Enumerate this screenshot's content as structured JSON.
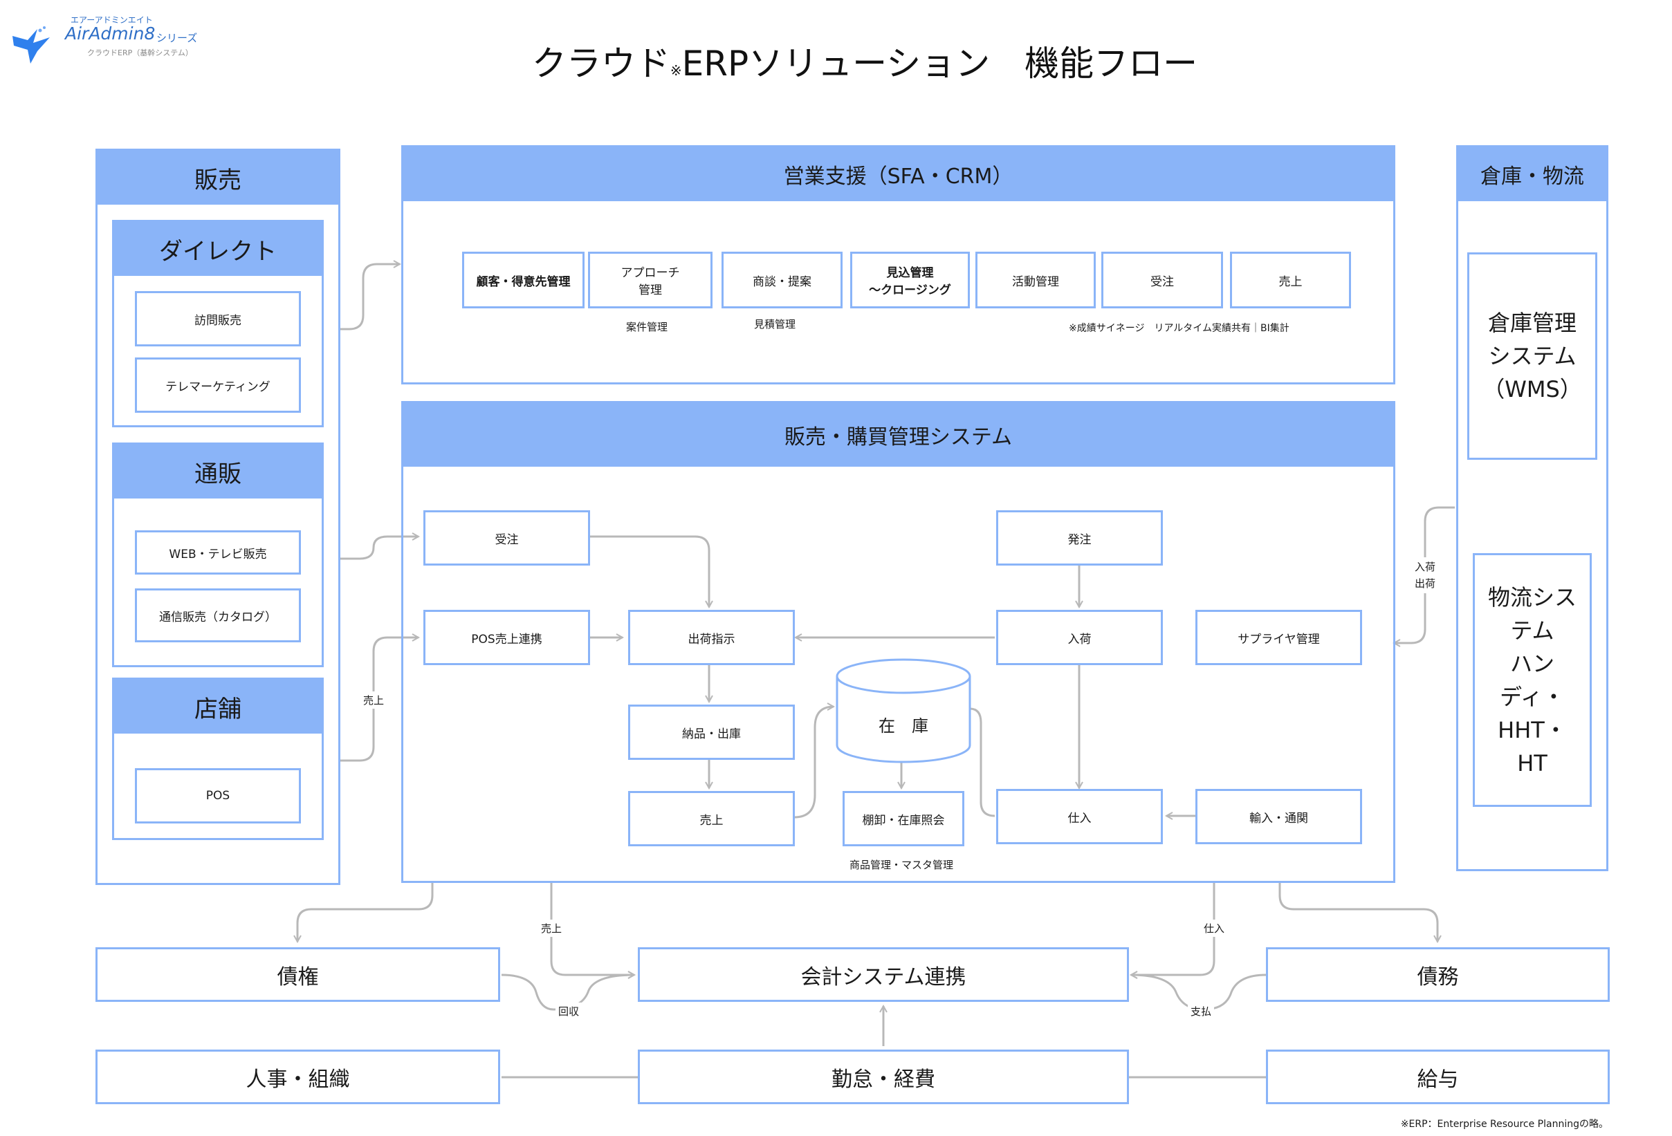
{
  "logo": {
    "kana": "エアーアドミンエイト",
    "name": "AirAdmin8",
    "series": "シリーズ",
    "sub": "クラウドERP（基幹システム）",
    "bird_color": "#2f80ed"
  },
  "title": {
    "pre": "クラウド",
    "mark": "※",
    "post": "ERPソリューション　機能フロー"
  },
  "colors": {
    "accent": "#8ab4f8",
    "line": "#b8b8b8"
  },
  "sales": {
    "title": "販売",
    "direct": {
      "title": "ダイレクト",
      "items": [
        "訪問販売",
        "テレマーケティング"
      ]
    },
    "mailorder": {
      "title": "通販",
      "items": [
        "WEB・テレビ販売",
        "通信販売（カタログ）"
      ]
    },
    "store": {
      "title": "店舗",
      "items": [
        "POS"
      ]
    }
  },
  "sfa": {
    "title": "営業支援（SFA・CRM）",
    "steps": [
      "顧客・得意先管理",
      "アプローチ\n管理",
      "商談・提案",
      "見込管理\n～クロージング",
      "活動管理",
      "受注",
      "売上"
    ],
    "notes": {
      "case": "案件管理",
      "estimate": "見積管理",
      "footer": "※成績サイネージ　リアルタイム実績共有｜BI集計"
    }
  },
  "sms": {
    "title": "販売・購買管理システム",
    "order": "受注",
    "pos": "POS売上連携",
    "ship_instr": "出荷指示",
    "deliver": "納品・出庫",
    "sale": "売上",
    "inventory": "在　庫",
    "stocktake": "棚卸・在庫照会",
    "product_note": "商品管理・マスタ管理",
    "purchase_order": "発注",
    "receiving": "入荷",
    "supplier": "サプライヤ管理",
    "purchase": "仕入",
    "import": "輸入・通関"
  },
  "warehouse": {
    "title": "倉庫・物流",
    "wms": "倉庫管理\nシステム\n（WMS）",
    "logistics": "物流シス\nテム\nハン\nディ・\nHHT・\nHT"
  },
  "labels": {
    "store_sales": "売上",
    "inout": "入荷\n出荷",
    "sales_down": "売上",
    "purchase_down": "仕入",
    "collect": "回収",
    "payment": "支払"
  },
  "bottom": {
    "receivable": "債権",
    "accounting": "会計システム連携",
    "payable": "債務",
    "hr": "人事・組織",
    "attendance": "勤怠・経費",
    "payroll": "給与"
  },
  "footnote": "※ERP：Enterprise Resource Planningの略。"
}
